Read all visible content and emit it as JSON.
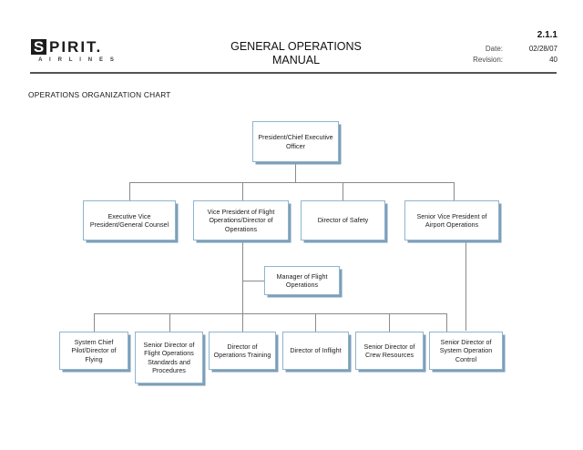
{
  "document": {
    "header": {
      "logo": {
        "mark_letter": "S",
        "wordmark": "PIRIT.",
        "subtitle": "A I R L I N E S"
      },
      "title_line1": "GENERAL OPERATIONS",
      "title_line2": "MANUAL",
      "doc_number": "2.1.1",
      "date_label": "Date:",
      "date_value": "02/28/07",
      "revision_label": "Revision:",
      "revision_value": "40"
    },
    "section_title": "OPERATIONS ORGANIZATION CHART"
  },
  "chart_data": {
    "type": "diagram",
    "title": "OPERATIONS ORGANIZATION CHART",
    "orientation": "top-down",
    "node_style": {
      "border_color": "#8fb4cf",
      "shadow_color": "#7d9fb8",
      "fill_color": "#ffffff",
      "connector_color": "#8a8a8a"
    },
    "nodes": [
      {
        "id": "ceo",
        "label": "President/Chief Executive Officer",
        "level": 0
      },
      {
        "id": "evp-gc",
        "label": "Executive Vice President/General Counsel",
        "level": 1
      },
      {
        "id": "vp-flight",
        "label": "Vice President of Flight Operations/Director of Operations",
        "level": 1
      },
      {
        "id": "dir-safety",
        "label": "Director of Safety",
        "level": 1
      },
      {
        "id": "svp-airport",
        "label": "Senior Vice President of Airport Operations",
        "level": 1
      },
      {
        "id": "mgr-flight",
        "label": "Manager of Flight Operations",
        "level": 2
      },
      {
        "id": "sys-pilot",
        "label": "System Chief Pilot/Director of Flying",
        "level": 3
      },
      {
        "id": "sd-stds",
        "label": "Senior Director of Flight Operations Standards and Procedures",
        "level": 3
      },
      {
        "id": "dir-train",
        "label": "Director of Operations Training",
        "level": 3
      },
      {
        "id": "dir-inflight",
        "label": "Director of Inflight",
        "level": 3
      },
      {
        "id": "sd-crew",
        "label": "Senior Director of Crew Resources",
        "level": 3
      },
      {
        "id": "sd-soc",
        "label": "Senior Director of System Operation Control",
        "level": 3
      }
    ],
    "edges": [
      {
        "from": "ceo",
        "to": "evp-gc"
      },
      {
        "from": "ceo",
        "to": "vp-flight"
      },
      {
        "from": "ceo",
        "to": "dir-safety"
      },
      {
        "from": "ceo",
        "to": "svp-airport"
      },
      {
        "from": "vp-flight",
        "to": "mgr-flight"
      },
      {
        "from": "vp-flight",
        "to": "sys-pilot"
      },
      {
        "from": "vp-flight",
        "to": "sd-stds"
      },
      {
        "from": "vp-flight",
        "to": "dir-train"
      },
      {
        "from": "vp-flight",
        "to": "dir-inflight"
      },
      {
        "from": "vp-flight",
        "to": "sd-crew"
      },
      {
        "from": "svp-airport",
        "to": "sd-soc"
      }
    ]
  }
}
